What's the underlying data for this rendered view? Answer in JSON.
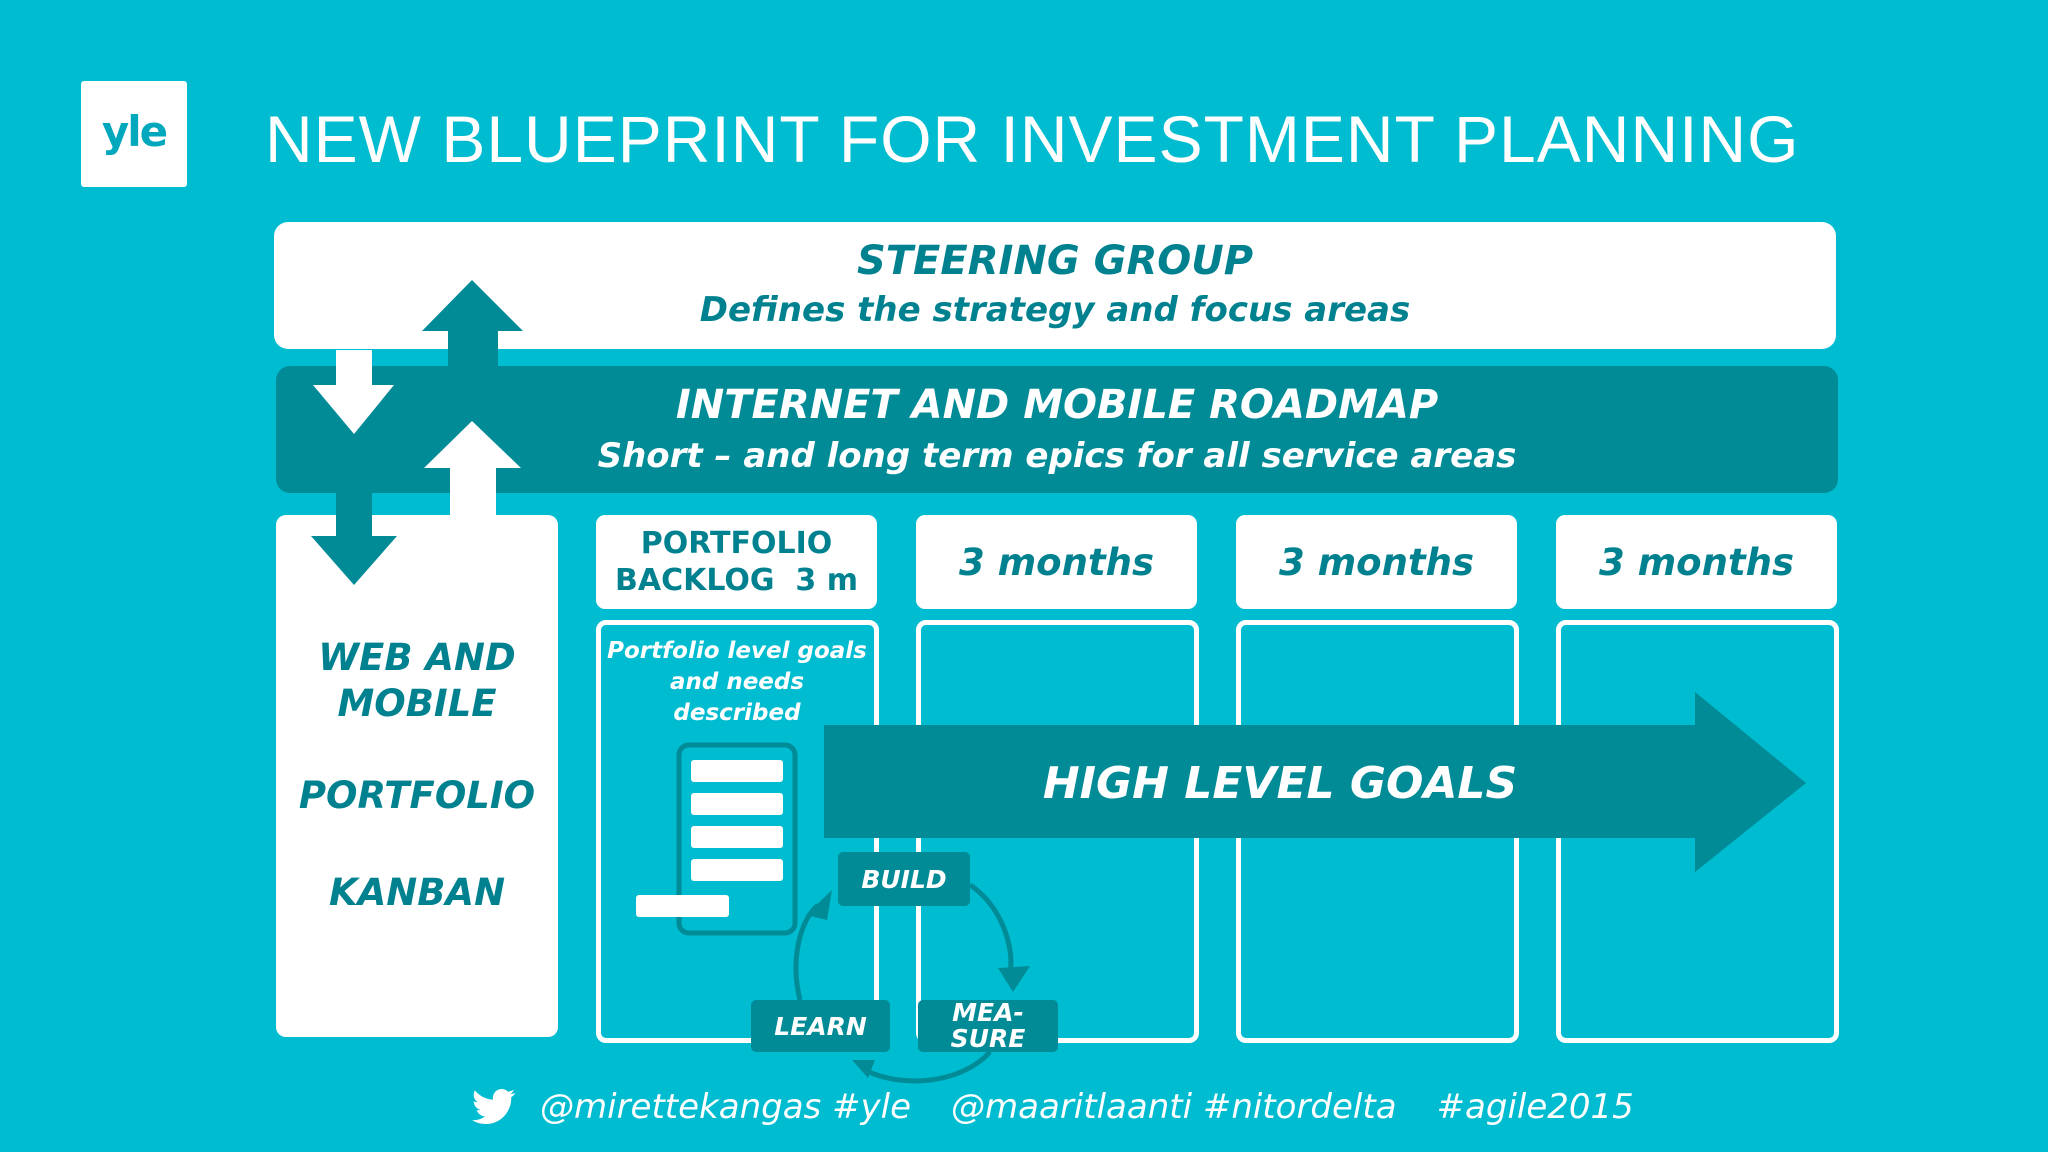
{
  "colors": {
    "background": "#00bcd0",
    "dark_teal": "#008b97",
    "text_teal": "#00818f",
    "white": "#ffffff"
  },
  "logo": {
    "text": "yle"
  },
  "title": "NEW BLUEPRINT FOR INVESTMENT PLANNING",
  "steering_group": {
    "title": "STEERING GROUP",
    "subtitle": "Defines the strategy and focus areas"
  },
  "roadmap": {
    "title": "INTERNET AND MOBILE ROADMAP",
    "subtitle": "Short – and long term epics for all service areas"
  },
  "kanban": {
    "line1": "WEB AND",
    "line2": "MOBILE",
    "portfolio": "PORTFOLIO",
    "kanban": "KANBAN"
  },
  "columns": {
    "backlog_line1": "PORTFOLIO",
    "backlog_line2": "BACKLOG  3 m",
    "months": [
      "3 months",
      "3 months",
      "3 months"
    ]
  },
  "portfolio_goals": {
    "line1": "Portfolio level goals",
    "line2": "and needs",
    "line3": "described"
  },
  "high_level_goals": "HIGH LEVEL GOALS",
  "cycle": {
    "build": "BUILD",
    "learn": "LEARN",
    "measure_line1": "MEA-",
    "measure_line2": "SURE"
  },
  "footer": {
    "icon": "twitter-bird-icon",
    "handle1": "@mirettekangas #yle",
    "handle2": "@maaritlaanti #nitordelta",
    "hashtag": "#agile2015"
  }
}
